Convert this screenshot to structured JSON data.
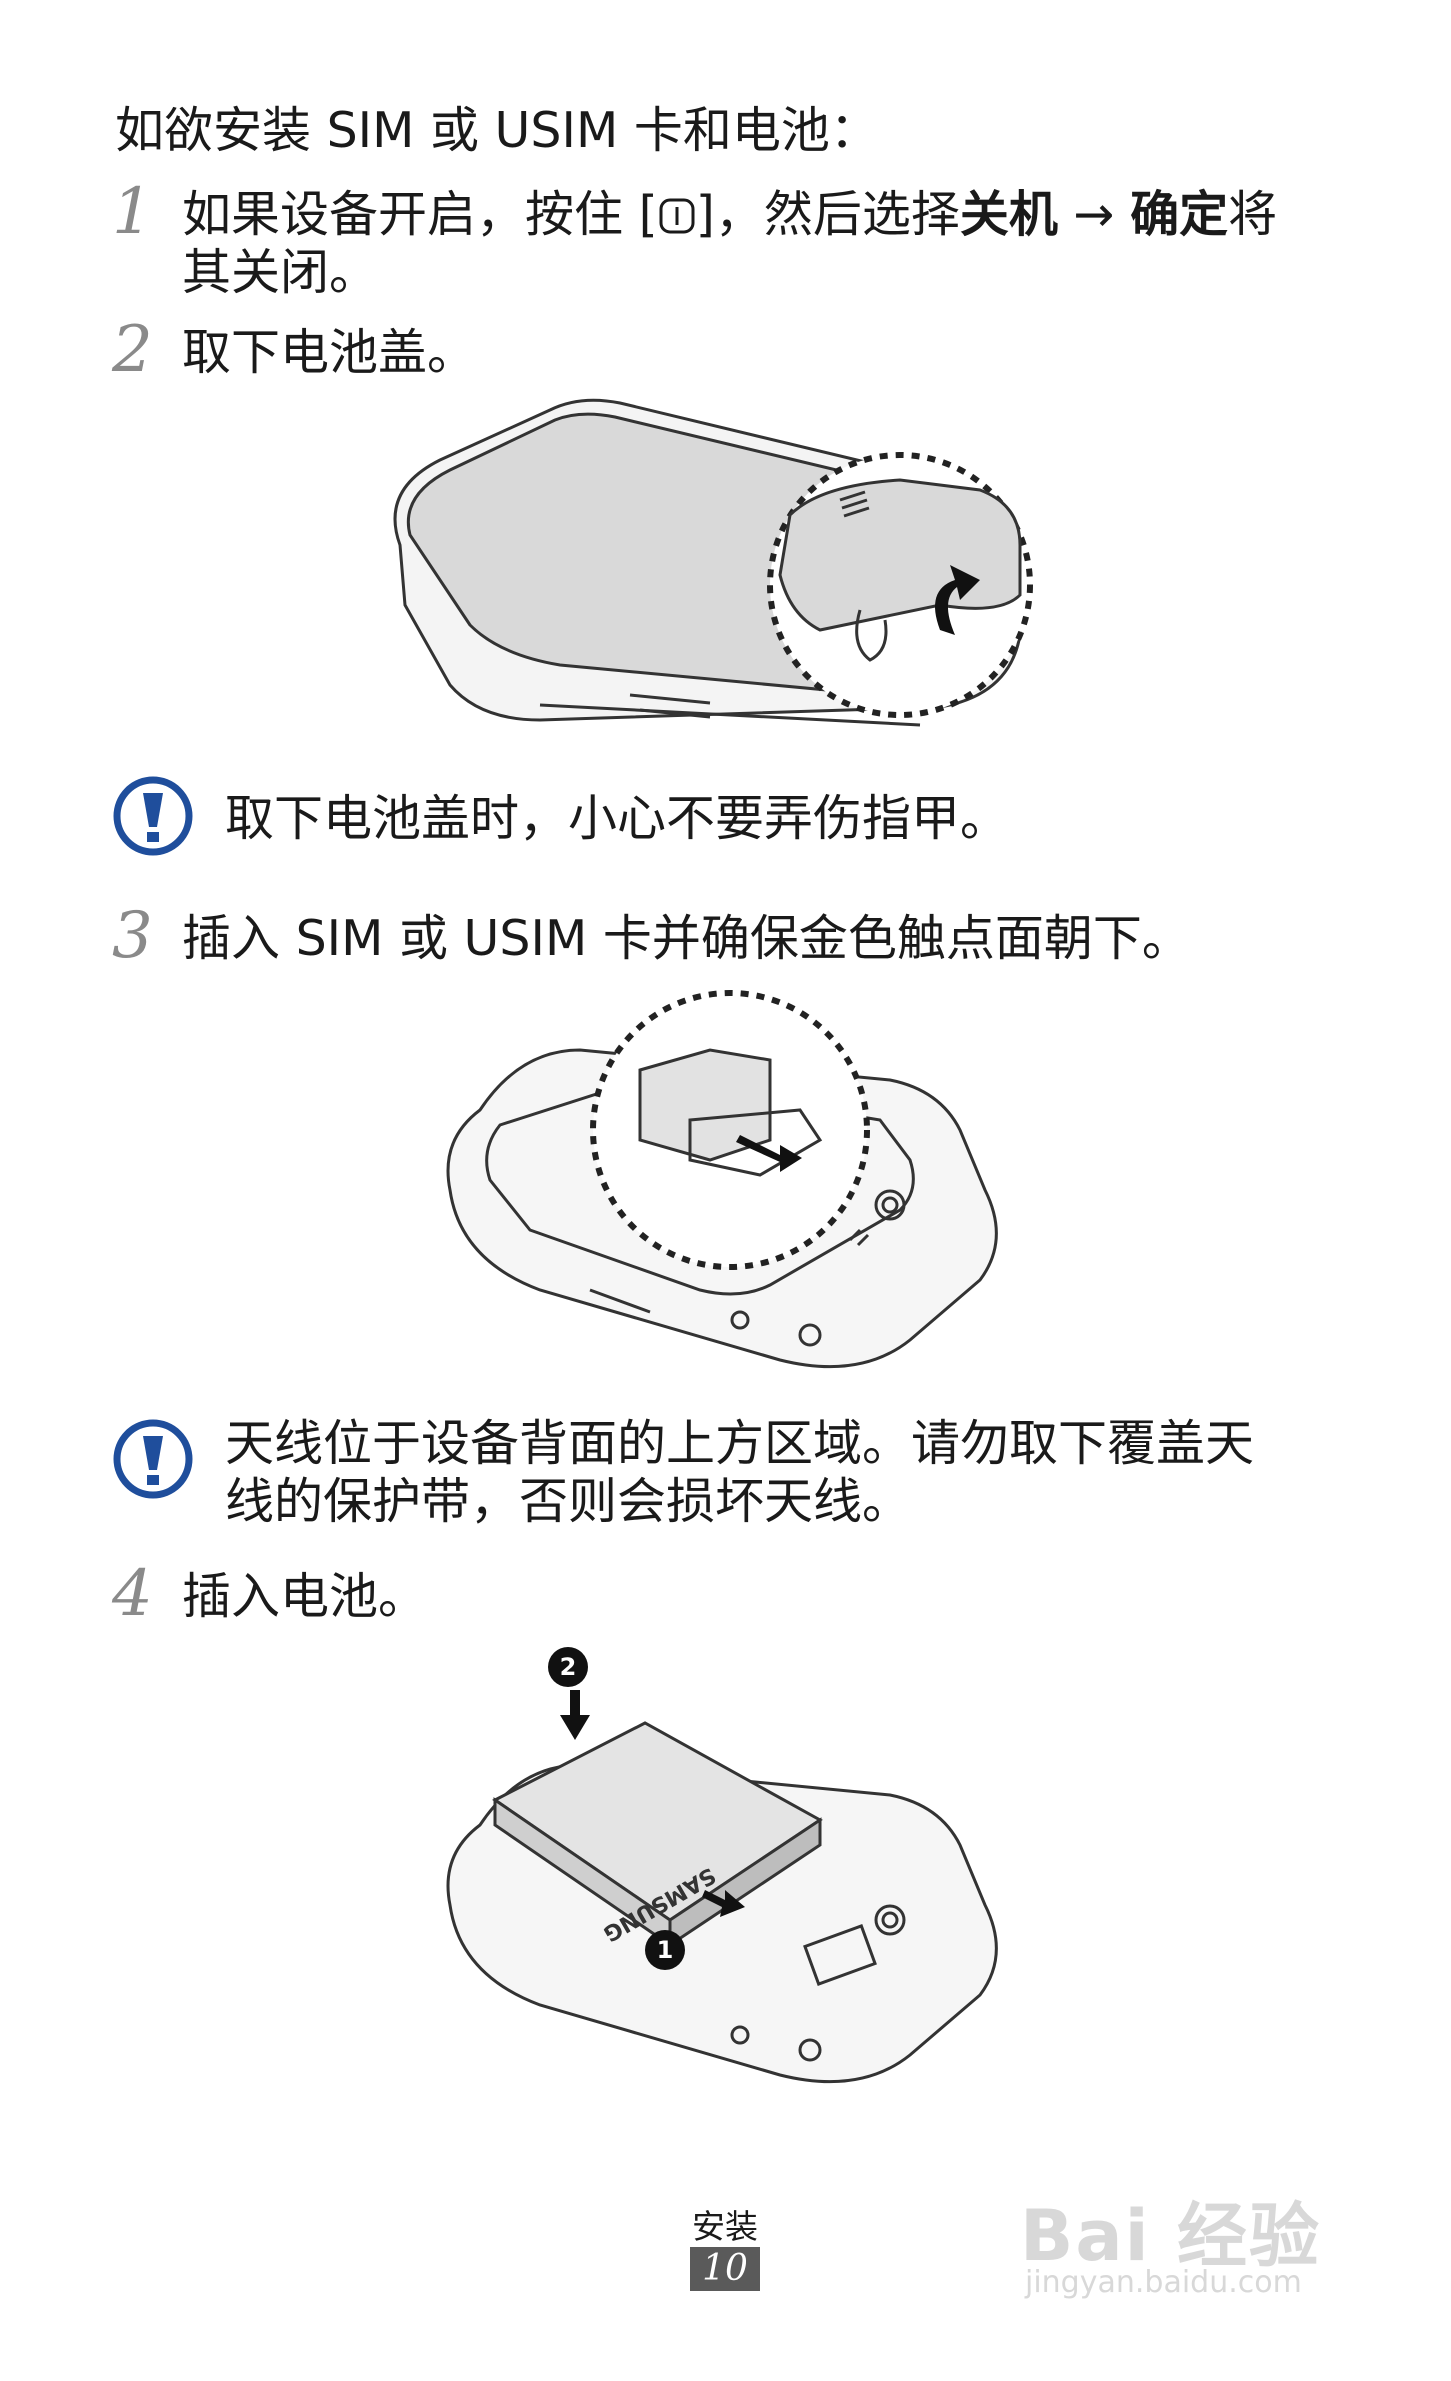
{
  "intro": "如欲安装 SIM 或 USIM 卡和电池：",
  "steps": [
    {
      "num": "1",
      "text_a": "如果设备开启，按住 [",
      "power_icon": "power-icon",
      "text_b": "]，然后选择",
      "bold_1": "关机",
      "arrow": " → ",
      "bold_2": "确定",
      "text_c": "将",
      "line2": "其关闭。"
    },
    {
      "num": "2",
      "text": "取下电池盖。"
    },
    {
      "num": "3",
      "text": "插入 SIM 或 USIM 卡并确保金色触点面朝下。"
    },
    {
      "num": "4",
      "text": "插入电池。"
    }
  ],
  "warnings": [
    {
      "text": "取下电池盖时，小心不要弄伤指甲。"
    },
    {
      "line1": "天线位于设备背面的上方区域。请勿取下覆盖天",
      "line2": "线的保护带，否则会损坏天线。"
    }
  ],
  "battery_labels": {
    "brand": "SAMSUNG",
    "callout_1": "1",
    "callout_2": "2"
  },
  "footer": {
    "section": "安装",
    "page": "10"
  },
  "watermark": {
    "logo": "Bai 经验",
    "url": "jingyan.baidu.com"
  },
  "colors": {
    "warning_blue": "#1f4e9c",
    "text": "#1a1a1a",
    "step_num": "#8a8a8a"
  }
}
